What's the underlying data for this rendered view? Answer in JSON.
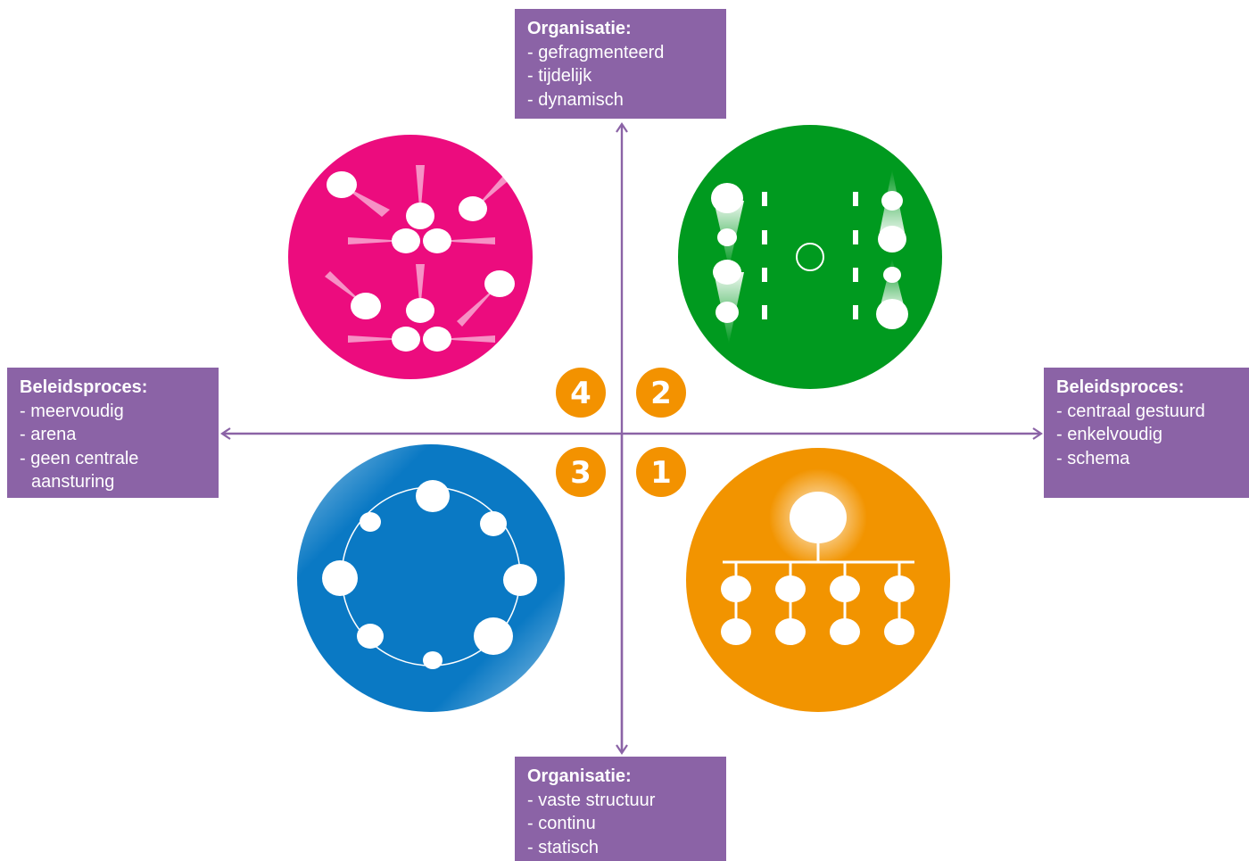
{
  "boxes": {
    "top": {
      "title": "Organisatie:",
      "items": [
        "- gefragmenteerd",
        "- tijdelijk",
        "- dynamisch"
      ]
    },
    "bottom": {
      "title": "Organisatie:",
      "items": [
        "- vaste structuur",
        "- continu",
        "- statisch"
      ]
    },
    "left": {
      "title": "Beleidsproces:",
      "items": [
        "- meervoudig",
        "- arena",
        "- geen centrale",
        "aansturing"
      ]
    },
    "right": {
      "title": "Beleidsproces:",
      "items": [
        "- centraal gestuurd",
        "- enkelvoudig",
        "- schema"
      ]
    }
  },
  "quadrants": {
    "q1": {
      "number": "1",
      "color": "#f29400"
    },
    "q2": {
      "number": "2",
      "color": "#009a1f"
    },
    "q3": {
      "number": "3",
      "color": "#0a79c4"
    },
    "q4": {
      "number": "4",
      "color": "#ec0c7e"
    }
  },
  "colors": {
    "axis": "#8b63a6",
    "box": "#8b63a6",
    "badge": "#f39200"
  }
}
